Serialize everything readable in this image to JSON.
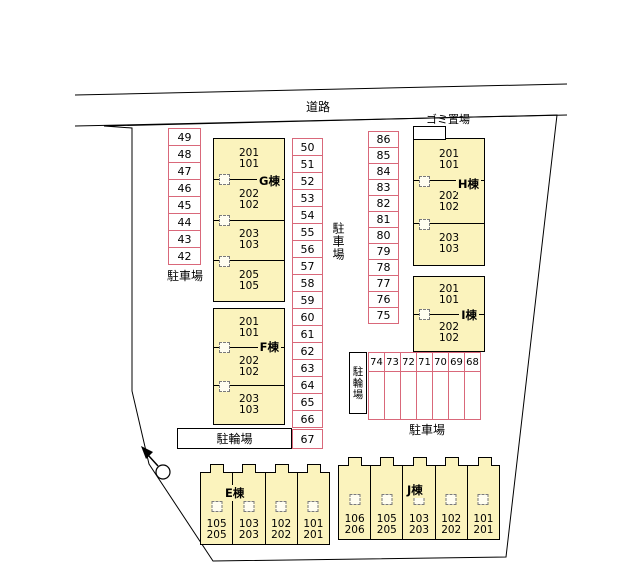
{
  "colors": {
    "cell_border": "#d9687a",
    "building_fill": "#fbf3bd",
    "line": "#000000"
  },
  "labels": {
    "road": "道路",
    "garbage": "ゴミ置場",
    "parking": "駐車場",
    "bicycle": "駐輪場"
  },
  "parking": {
    "left_column": [
      "49",
      "48",
      "47",
      "46",
      "45",
      "44",
      "43",
      "42"
    ],
    "mid_upper": [
      "50",
      "51",
      "52",
      "53",
      "54",
      "55",
      "56",
      "57",
      "58",
      "59"
    ],
    "mid_lower": [
      "60",
      "61",
      "62",
      "63",
      "64",
      "65",
      "66"
    ],
    "cell67": "67",
    "right_column": [
      "86",
      "85",
      "84",
      "83",
      "82",
      "81",
      "80",
      "79",
      "78",
      "77",
      "76",
      "75"
    ],
    "mid_row": [
      "74",
      "73",
      "72",
      "71",
      "70",
      "69",
      "68"
    ]
  },
  "buildings": {
    "G": {
      "name": "G棟",
      "units": [
        [
          "201",
          "101"
        ],
        [
          "202",
          "102"
        ],
        [
          "203",
          "103"
        ],
        [
          "205",
          "105"
        ]
      ]
    },
    "F": {
      "name": "F棟",
      "units": [
        [
          "201",
          "101"
        ],
        [
          "202",
          "102"
        ],
        [
          "203",
          "103"
        ]
      ]
    },
    "H": {
      "name": "H棟",
      "units": [
        [
          "201",
          "101"
        ],
        [
          "202",
          "102"
        ],
        [
          "203",
          "103"
        ]
      ]
    },
    "I": {
      "name": "I棟",
      "units": [
        [
          "201",
          "101"
        ],
        [
          "202",
          "102"
        ]
      ]
    },
    "E": {
      "name": "E棟",
      "units": [
        [
          "105",
          "205"
        ],
        [
          "103",
          "203"
        ],
        [
          "102",
          "202"
        ],
        [
          "101",
          "201"
        ]
      ]
    },
    "J": {
      "name": "J棟",
      "units": [
        [
          "106",
          "206"
        ],
        [
          "105",
          "205"
        ],
        [
          "103",
          "203"
        ],
        [
          "102",
          "202"
        ],
        [
          "101",
          "201"
        ]
      ]
    }
  }
}
